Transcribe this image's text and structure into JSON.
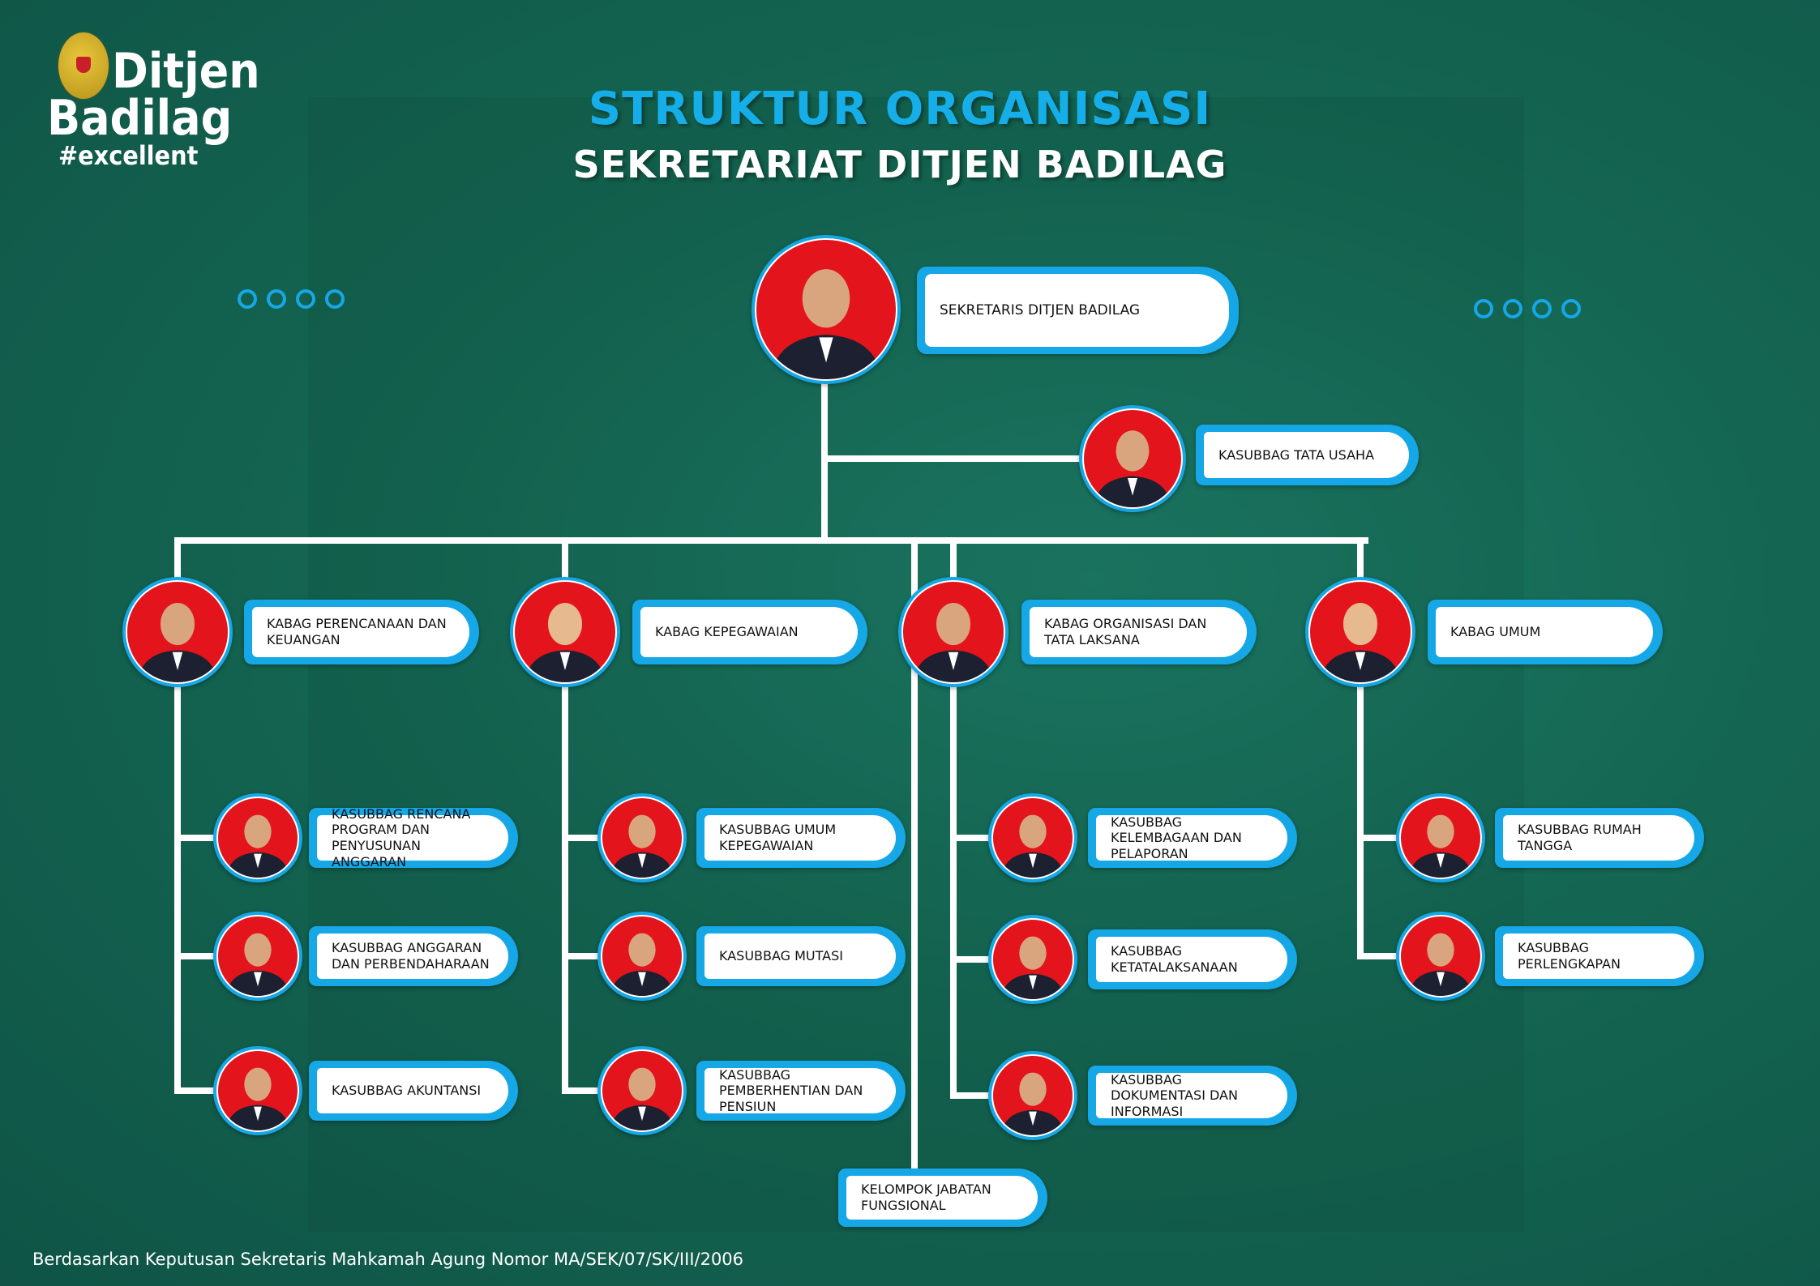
{
  "logo": {
    "line1": "Ditjen",
    "line2": "Badilag",
    "tag": "#excellent"
  },
  "header": {
    "title": "STRUKTUR ORGANISASI",
    "subtitle": "SEKRETARIAT DITJEN BADILAG"
  },
  "colors": {
    "accent": "#16a7e6",
    "background": "#146652",
    "photo_bg": "#e3141c"
  },
  "top": {
    "label": "SEKRETARIS DITJEN BADILAG"
  },
  "tata_usaha": {
    "label": "KASUBBAG TATA USAHA"
  },
  "departments": [
    {
      "label": "KABAG PERENCANAAN DAN KEUANGAN",
      "subs": [
        "KASUBBAG RENCANA PROGRAM DAN PENYUSUNAN ANGGARAN",
        "KASUBBAG ANGGARAN DAN PERBENDAHARAAN",
        "KASUBBAG AKUNTANSI"
      ]
    },
    {
      "label": "KABAG KEPEGAWAIAN",
      "subs": [
        "KASUBBAG UMUM KEPEGAWAIAN",
        "KASUBBAG MUTASI",
        "KASUBBAG PEMBERHENTIAN DAN PENSIUN"
      ]
    },
    {
      "label": "KABAG ORGANISASI DAN TATA LAKSANA",
      "subs": [
        "KASUBBAG KELEMBAGAAN DAN PELAPORAN",
        "KASUBBAG KETATALAKSANAAN",
        "KASUBBAG DOKUMENTASI DAN INFORMASI"
      ]
    },
    {
      "label": "KABAG UMUM",
      "subs": [
        "KASUBBAG RUMAH TANGGA",
        "KASUBBAG PERLENGKAPAN"
      ]
    }
  ],
  "fungsional": {
    "label": "KELOMPOK JABATAN FUNGSIONAL"
  },
  "footer": "Berdasarkan Keputusan Sekretaris Mahkamah Agung Nomor MA/SEK/07/SK/III/2006"
}
